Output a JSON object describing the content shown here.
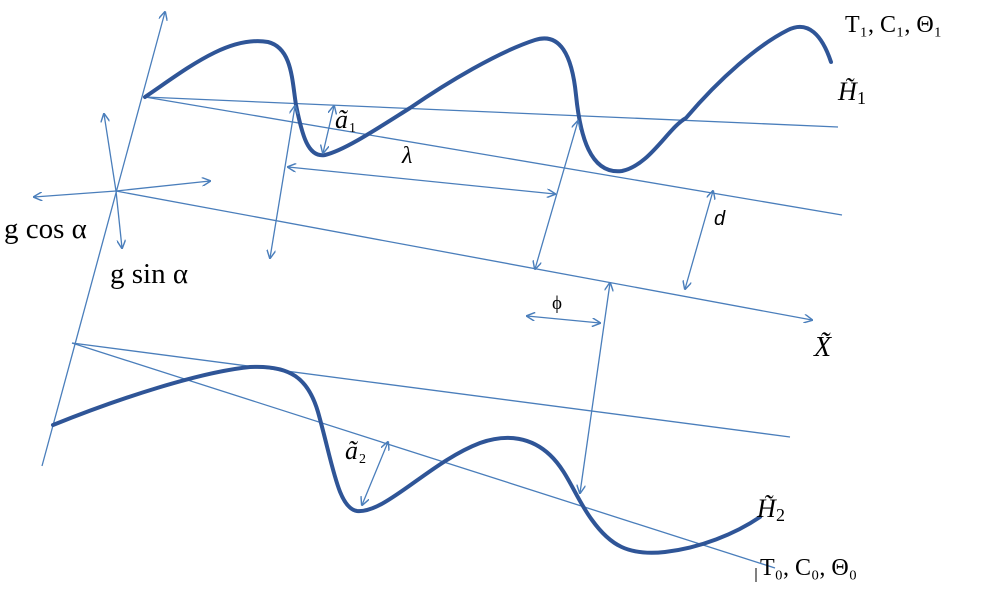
{
  "labels": {
    "top_right": "T₁, C₁, Θ₁",
    "h1_main": "H̃",
    "h1_sub": "1",
    "a1_main": "ã",
    "a1_sub": "1",
    "lambda": "λ",
    "d": "d",
    "g_cos_alpha": "g cos α",
    "g_sin_alpha": "g sin α",
    "phi": "ϕ",
    "x_axis": "X̃",
    "a2_main": "ã",
    "a2_sub": "2",
    "h2_main": "H̃",
    "h2_sub": "2",
    "bottom_right": "T₀, C₀, Θ₀"
  },
  "colors": {
    "lines": "#4a7ebb",
    "waves": "#2f5597",
    "text": "#000000"
  }
}
